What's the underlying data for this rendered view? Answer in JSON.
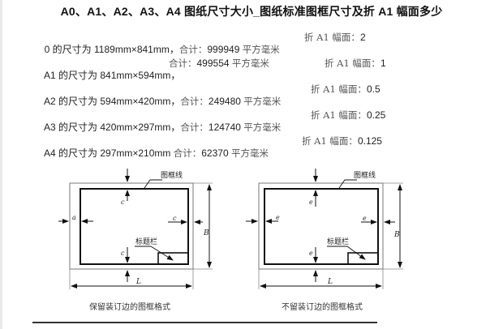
{
  "page": {
    "title": "A0、A1、A2、A3、A4 图纸尺寸大小_图纸标准图框尺寸及折 A1 幅面多少"
  },
  "rows": [
    {
      "size_prefix": "0 的尺寸为 1189mm×841mm，",
      "total_label": "合计：",
      "total_value": "999949",
      "unit": "平方毫米",
      "fold_label": "折 A1 幅面：",
      "fold_value": "2"
    },
    {
      "size_prefix": "A1 的尺寸为 841mm×594mm，",
      "total_label": "合计：",
      "total_value": "499554",
      "unit": "平方毫米",
      "fold_label": "折 A1 幅面：",
      "fold_value": "1"
    },
    {
      "size_prefix": "A2 的尺寸为 594mm×420mm，",
      "total_label": "合计：",
      "total_value": "249480",
      "unit": "平方毫米",
      "fold_label": "折 A1 幅面：",
      "fold_value": "0.5"
    },
    {
      "size_prefix": "A3 的尺寸为 420mm×297mm，",
      "total_label": "合计：",
      "total_value": "124740",
      "unit": "平方毫米",
      "fold_label": "折 A1 幅面：",
      "fold_value": "0.25"
    },
    {
      "size_prefix": "A4 的尺寸为 297mm×210mm",
      "total_label": "合计：",
      "total_value": "62370",
      "unit": "平方毫米",
      "fold_label": "折 A1 幅面：",
      "fold_value": "0.125"
    }
  ],
  "diagrams": [
    {
      "caption": "保留装订边的图框格式",
      "frame_label": "图框线",
      "titleblock_label": "标题栏",
      "dim_a": "a",
      "dim_c": "c",
      "dim_B": "B",
      "dim_L": "L"
    },
    {
      "caption": "不留装订边的图框格式",
      "frame_label": "图框线",
      "titleblock_label": "标题栏",
      "dim_e": "e",
      "dim_B": "B",
      "dim_L": "L"
    }
  ]
}
